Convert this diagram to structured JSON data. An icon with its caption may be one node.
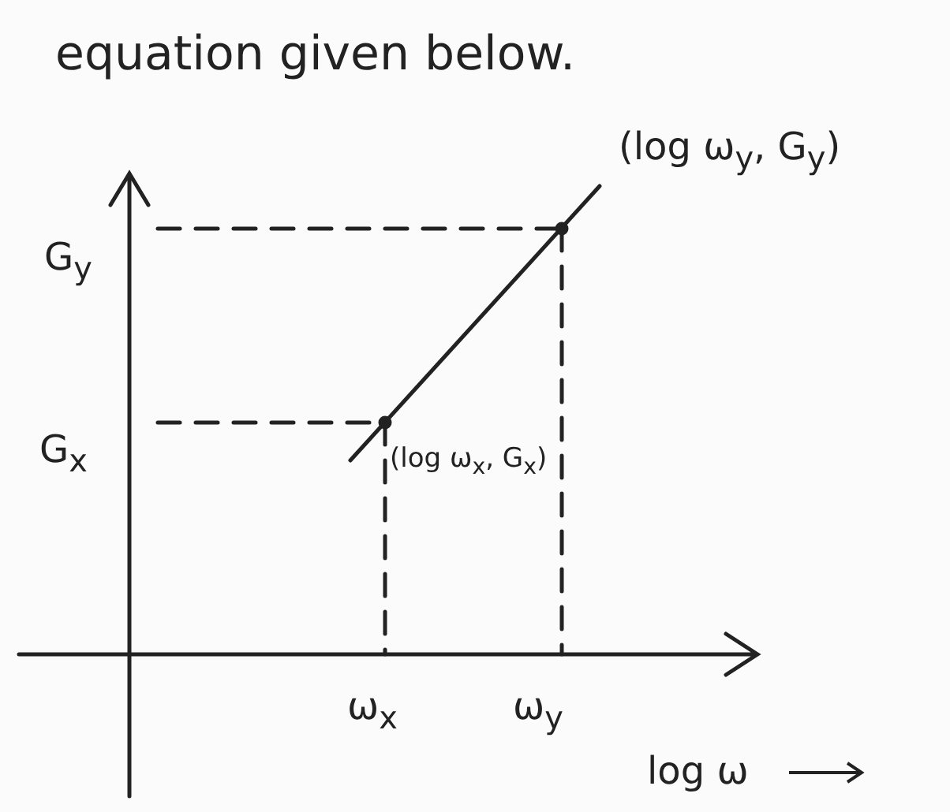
{
  "diagram": {
    "labels": [
      "equation given below.",
      "(log ω$_{y}$, G$_{y}$)",
      "G$_{y}$",
      "G$_{x}$",
      "(log ω$_{x}$, G$_{x}$)",
      "ω$_{x}$",
      "ω$_{y}$",
      "log ω"
    ]
  }
}
